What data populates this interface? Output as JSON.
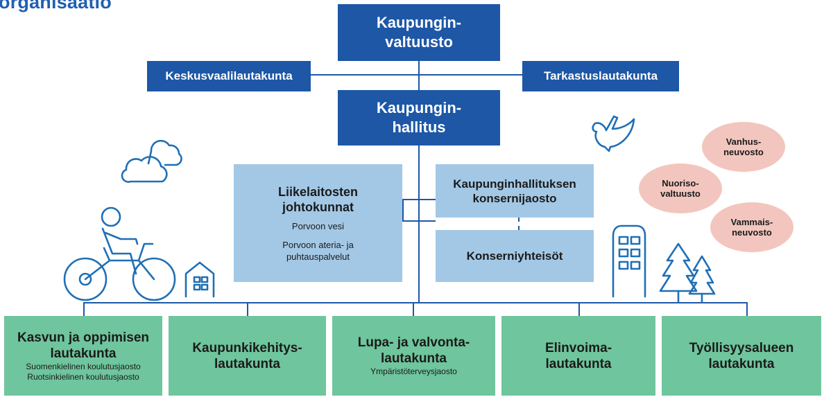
{
  "title": "organisaatio",
  "nodes": {
    "council": [
      "Kaupungin-",
      "valtuusto"
    ],
    "election_board": "Keskusvaalilautakunta",
    "audit_board": "Tarkastuslautakunta",
    "city_board": [
      "Kaupungin-",
      "hallitus"
    ],
    "enterprise_boards": {
      "title": [
        "Liikelaitosten",
        "johtokunnat"
      ],
      "items": [
        "Porvoon vesi",
        "Porvoon ateria- ja",
        "puhtauspalvelut"
      ]
    },
    "group_division": [
      "Kaupunginhallituksen",
      "konsernijaosto"
    ],
    "group_companies": "Konserniyhteisöt",
    "committees": [
      {
        "title": [
          "Kasvun ja oppimisen",
          "lautakunta"
        ],
        "subs": [
          "Suomenkielinen koulutusjaosto",
          "Ruotsinkielinen koulutusjaosto"
        ]
      },
      {
        "title": [
          "Kaupunkikehitys-",
          "lautakunta"
        ],
        "subs": []
      },
      {
        "title": [
          "Lupa- ja valvonta-",
          "lautakunta"
        ],
        "subs": [
          "Ympäristöterveysjaosto"
        ]
      },
      {
        "title": [
          "Elinvoima-",
          "lautakunta"
        ],
        "subs": []
      },
      {
        "title": [
          "Työllisyysalueen",
          "lautakunta"
        ],
        "subs": []
      }
    ],
    "councils": [
      [
        "Vanhus-",
        "neuvosto"
      ],
      [
        "Nuoriso-",
        "valtuusto"
      ],
      [
        "Vammais-",
        "neuvosto"
      ]
    ]
  },
  "colors": {
    "dark_blue": "#1d57a6",
    "light_blue": "#a3c8e6",
    "green": "#6fc59d",
    "pink": "#f2c6be",
    "icon_line": "#1f6fb5"
  },
  "icons": [
    "cloud-icon",
    "bicycle-rider-icon",
    "small-house-icon",
    "bird-icon",
    "apartment-building-icon",
    "pine-trees-icon"
  ]
}
